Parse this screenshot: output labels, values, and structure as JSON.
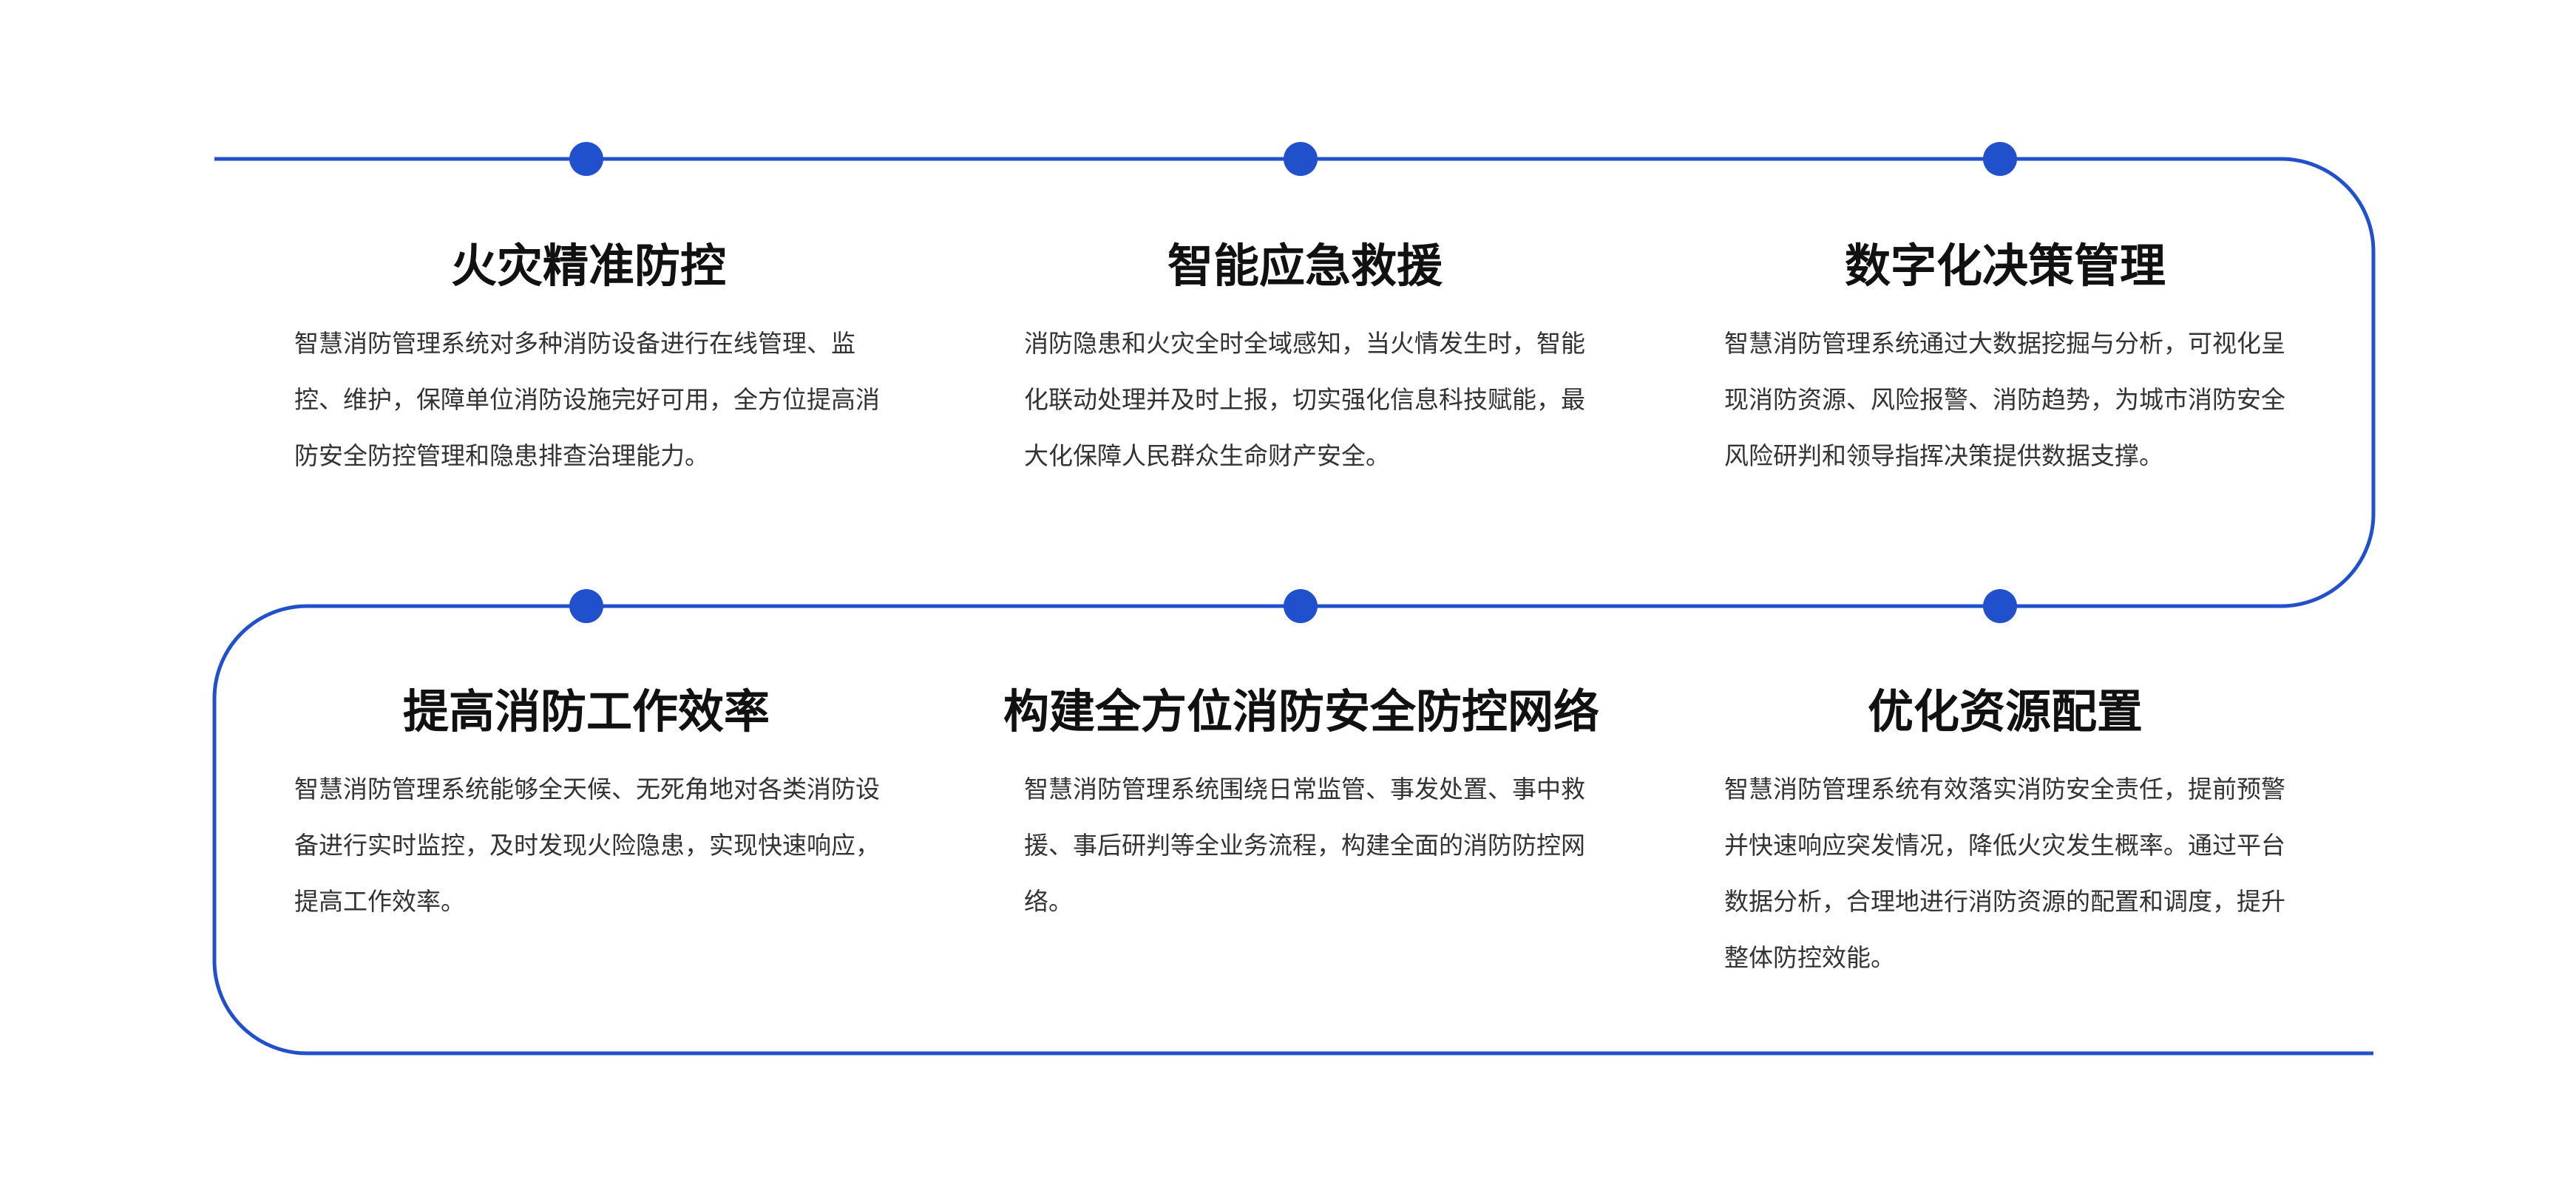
{
  "colors": {
    "accent": "#2150cc",
    "title": "#111111",
    "body_text": "#333333",
    "background": "#ffffff"
  },
  "cards": [
    {
      "title": "火灾精准防控",
      "description": "智慧消防管理系统对多种消防设备进行在线管理、监控、维护，保障单位消防设施完好可用，全方位提高消防安全防控管理和隐患排查治理能力。"
    },
    {
      "title": "智能应急救援",
      "description": "消防隐患和火灾全时全域感知，当火情发生时，智能化联动处理并及时上报，切实强化信息科技赋能，最大化保障人民群众生命财产安全。"
    },
    {
      "title": "数字化决策管理",
      "description": "智慧消防管理系统通过大数据挖掘与分析，可视化呈现消防资源、风险报警、消防趋势，为城市消防安全风险研判和领导指挥决策提供数据支撑。"
    },
    {
      "title": "提高消防工作效率",
      "description": "智慧消防管理系统能够全天候、无死角地对各类消防设备进行实时监控，及时发现火险隐患，实现快速响应，提高工作效率。"
    },
    {
      "title": "构建全方位消防安全防控网络",
      "description": "智慧消防管理系统围绕日常监管、事发处置、事中救援、事后研判等全业务流程，构建全面的消防防控网络。"
    },
    {
      "title": "优化资源配置",
      "description": "智慧消防管理系统有效落实消防安全责任，提前预警并快速响应突发情况，降低火灾发生概率。通过平台数据分析，合理地进行消防资源的配置和调度，提升整体防控效能。"
    }
  ]
}
